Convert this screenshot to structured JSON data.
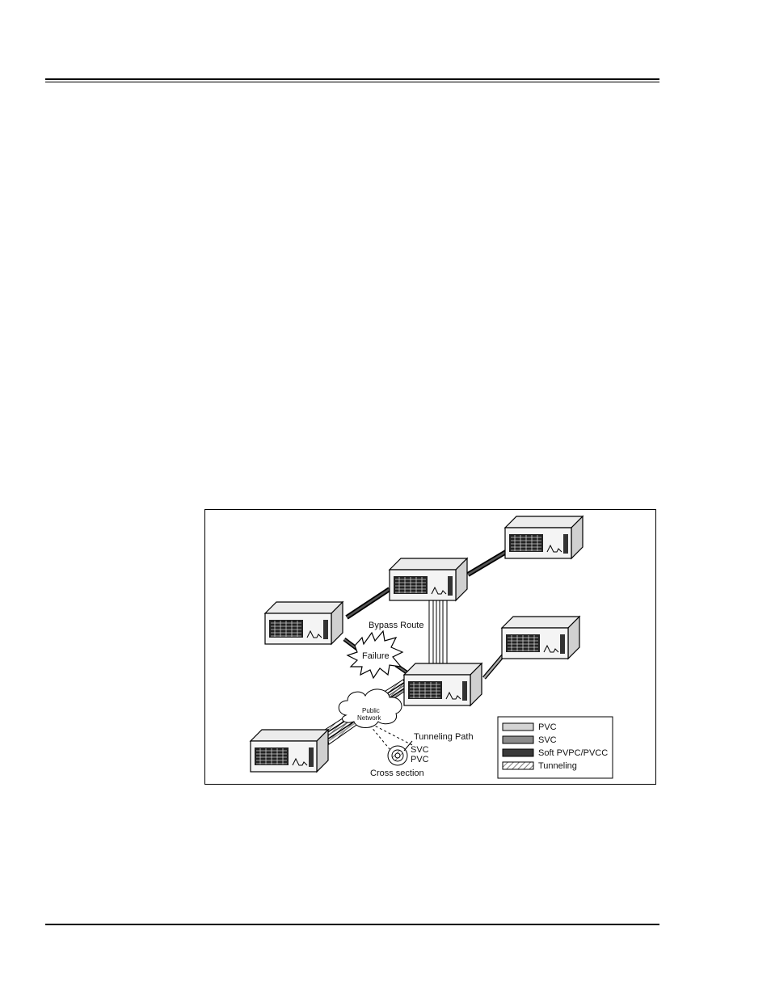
{
  "diagram": {
    "labels": {
      "bypass_route": "Bypass Route",
      "failure": "Failure",
      "public_network_line1": "Public",
      "public_network_line2": "Network",
      "tunneling_path": "Tunneling Path",
      "svc": "SVC",
      "pvc": "PVC",
      "cross_section": "Cross section"
    },
    "legend": [
      {
        "label": "PVC",
        "color": "#d4d4d4"
      },
      {
        "label": "SVC",
        "color": "#8c8c8c"
      },
      {
        "label": "Soft PVPC/PVCC",
        "color": "#3a3a3a"
      },
      {
        "label": "Tunneling",
        "color": "hatched"
      }
    ],
    "nodes": [
      "switch-top-right",
      "switch-center-top",
      "switch-left",
      "switch-right",
      "switch-center-bottom",
      "switch-bottom-left"
    ]
  }
}
